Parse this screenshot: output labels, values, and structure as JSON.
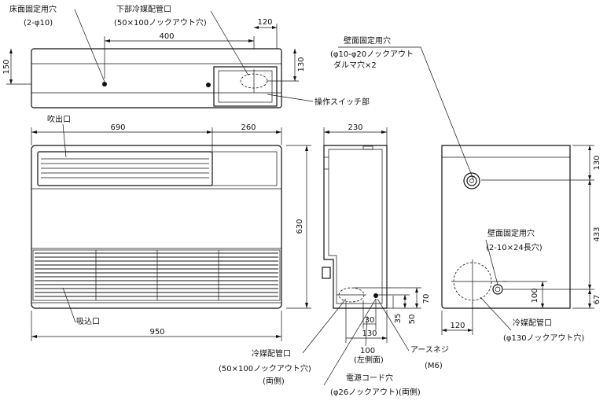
{
  "labels": {
    "floor_hole": "床面固定用穴",
    "floor_hole_sub": "(2-φ10)",
    "bottom_pipe": "下部冷媒配管口",
    "bottom_pipe_sub": "(50×100ノックアウト穴)",
    "wall_hole": "壁面固定用穴",
    "wall_hole_sub1": "(φ10-φ20ノックアウト",
    "wall_hole_sub2": "ダルマ穴×2",
    "switch": "操作スイッチ部",
    "outlet": "吹出口",
    "inlet": "吸込口",
    "wall_hole2": "壁面固定用穴",
    "wall_hole2_sub": "(2-10×24長穴)",
    "pipe_right": "冷媒配管口",
    "pipe_right_sub": "(φ130ノックアウト穴)",
    "pipe_side": "冷媒配管口",
    "pipe_side_sub": "(50×100ノックアウト穴)",
    "pipe_side_sub2": "(両側)",
    "earth_screw": "アースネジ",
    "earth_screw_sub": "(M6)",
    "left_side": "(左側面)",
    "cord_hole": "電源コード穴",
    "cord_hole_sub": "(φ26ノックアウト)(両側)"
  },
  "dims": {
    "d120_top": "120",
    "d400": "400",
    "d150": "150",
    "d130_top": "130",
    "d690": "690",
    "d260": "260",
    "d230": "230",
    "d630": "630",
    "d950": "950",
    "d130_r": "130",
    "d433": "433",
    "d67": "67",
    "d100_r": "100",
    "d120_r": "120",
    "d70": "70",
    "d50": "50",
    "d35": "35",
    "d30": "30",
    "d130_s": "130",
    "d100_s": "100"
  }
}
